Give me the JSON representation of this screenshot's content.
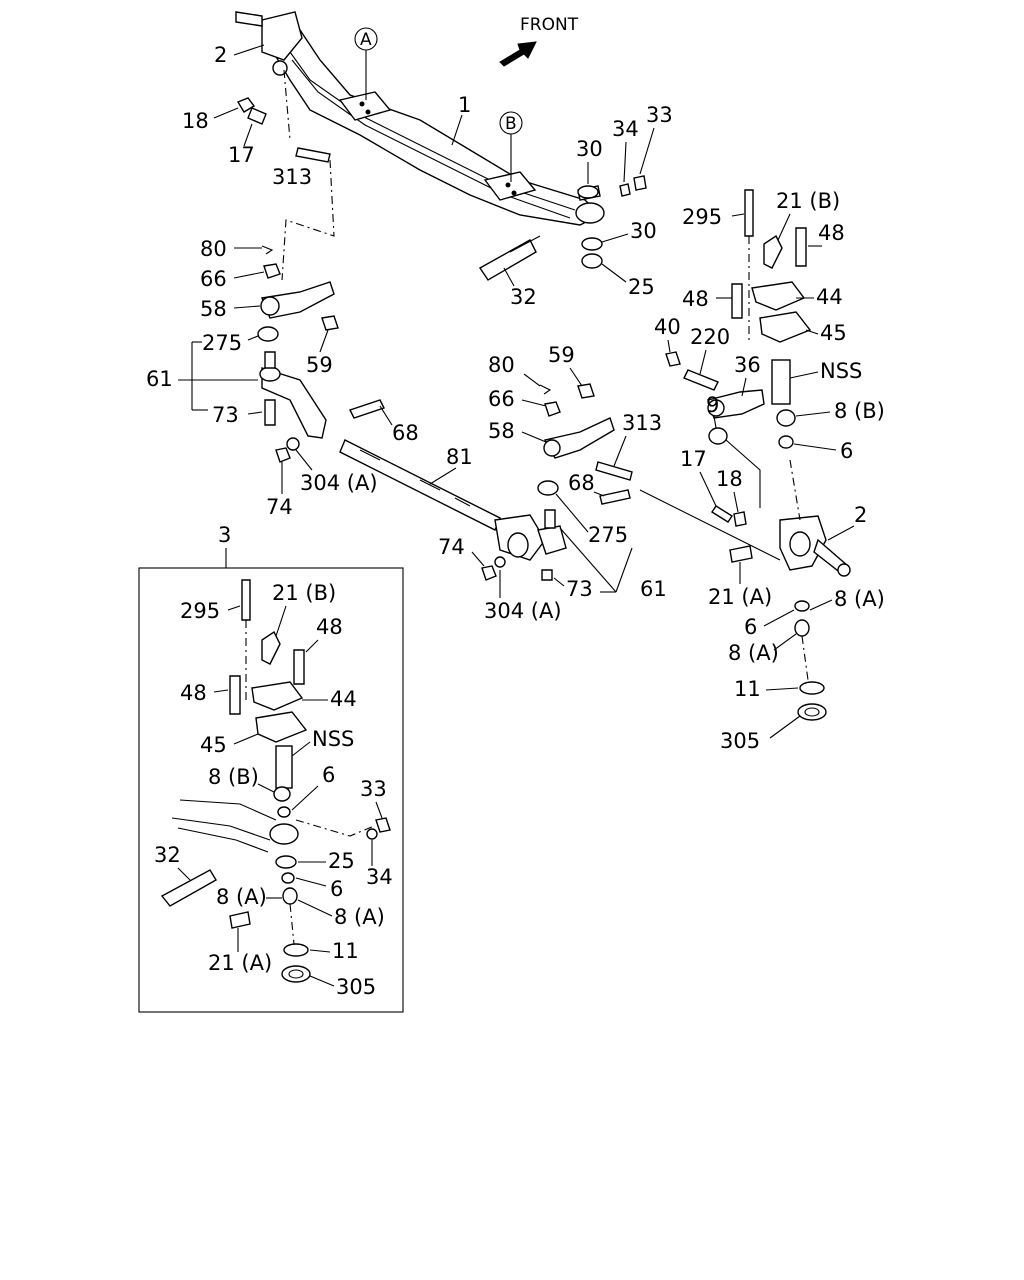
{
  "direction_label": "FRONT",
  "reference_markers": [
    "A",
    "B"
  ],
  "callouts": [
    "1",
    "2",
    "18",
    "17",
    "313",
    "80",
    "66",
    "58",
    "275",
    "59",
    "61",
    "73",
    "74",
    "304 (A)",
    "68",
    "81",
    "30",
    "34",
    "33",
    "30",
    "25",
    "32",
    "295",
    "21 (B)",
    "48",
    "48",
    "44",
    "45",
    "40",
    "220",
    "36",
    "NSS",
    "8 (B)",
    "6",
    "9",
    "17",
    "18",
    "2",
    "80",
    "59",
    "66",
    "58",
    "313",
    "68",
    "275",
    "74",
    "73",
    "61",
    "304 (A)",
    "21 (A)",
    "8 (A)",
    "6",
    "8 (A)",
    "11",
    "305",
    "3"
  ],
  "inset": {
    "title": "3",
    "callouts": [
      "295",
      "21 (B)",
      "48",
      "48",
      "44",
      "45",
      "NSS",
      "8 (B)",
      "6",
      "33",
      "34",
      "32",
      "25",
      "6",
      "8 (A)",
      "8 (A)",
      "21 (A)",
      "11",
      "305"
    ]
  }
}
